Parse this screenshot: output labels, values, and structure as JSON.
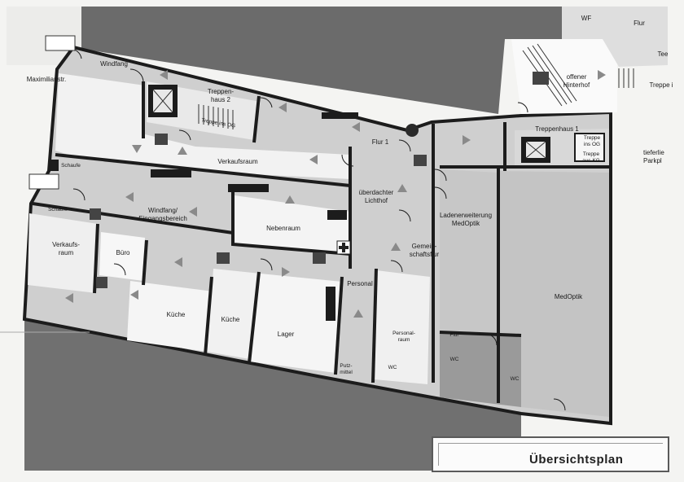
{
  "plan": {
    "title": "Übersichtsplan",
    "streets": {
      "left": "Maximilianstr.",
      "right": "tieferlie\nParkpl"
    },
    "rooms": {
      "windfang_top": "Windfang",
      "treppenhaus2": "Treppen-\nhaus 2",
      "treppe_og_left": "Treppe ins OG",
      "verkaufsraum": "Verkaufsraum",
      "flur1": "Flur 1",
      "treppenhaus1": "Treppenhaus 1",
      "treppe_og_right": "Treppe\nins OG",
      "treppe_kg": "Treppe\naus KG",
      "offener_hinterhof": "offener\nHinterhof",
      "wf_top": "WF",
      "flur_top": "Flur",
      "tee": "Tee",
      "treppe_top": "Treppe i",
      "schaufe_1": "Schaufe",
      "schaufe_2": "Schaufe",
      "windfang_eingang": "Windfang/\nEingangsbereich",
      "ueberdachter_lichthof": "überdachter\nLichthof",
      "nebenraum": "Nebenraum",
      "ladenerweiterung": "Ladenerweiterung\nMedOptik",
      "verkaufsraum_left": "Verkaufs-\nraum",
      "buero": "Büro",
      "gemeinschaftsflur": "Gemein-\nschaftsflur",
      "personal": "Personal",
      "kueche": "Küche",
      "kueche2": "Küche",
      "lager": "Lager",
      "medoptik": "MedOptik",
      "flur_lower": "Flur",
      "wc1": "WC",
      "wc2": "WC",
      "wc3": "WC",
      "putz": "Putz-\nmittel",
      "personal_wc": "Personal-\nraum"
    }
  }
}
